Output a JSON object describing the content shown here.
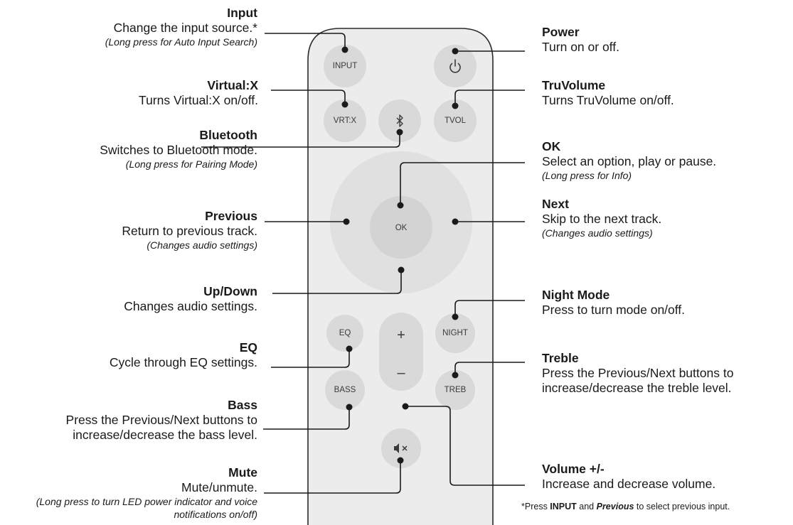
{
  "remote": {
    "buttons": {
      "input": "INPUT",
      "vrtx": "VRT:X",
      "tvol": "TVOL",
      "ok": "OK",
      "eq": "EQ",
      "night": "NIGHT",
      "bass": "BASS",
      "treb": "TREB",
      "plus": "+",
      "minus": "–"
    },
    "icons": {
      "power": "power-icon",
      "bluetooth": "bluetooth-icon",
      "mute": "mute-icon"
    }
  },
  "callouts": {
    "input": {
      "title": "Input",
      "desc": "Change the input source.*",
      "note": "(Long press for Auto Input Search)"
    },
    "virtualx": {
      "title": "Virtual:X",
      "desc": "Turns Virtual:X on/off."
    },
    "bluetooth": {
      "title": "Bluetooth",
      "desc": "Switches to Bluetooth mode.",
      "note": "(Long press for Pairing Mode)"
    },
    "previous": {
      "title": "Previous",
      "desc": "Return to previous track.",
      "note": "(Changes audio settings)"
    },
    "updown": {
      "title": "Up/Down",
      "desc": "Changes audio settings."
    },
    "eq": {
      "title": "EQ",
      "desc": "Cycle through EQ settings."
    },
    "bass": {
      "title": "Bass",
      "desc": "Press the Previous/Next buttons to increase/decrease the bass level."
    },
    "mute": {
      "title": "Mute",
      "desc": "Mute/unmute.",
      "note": "(Long press to turn LED power indicator and voice notifications on/off)"
    },
    "power": {
      "title": "Power",
      "desc": "Turn on or off."
    },
    "truvolume": {
      "title": "TruVolume",
      "desc": "Turns TruVolume on/off."
    },
    "ok": {
      "title": "OK",
      "desc": "Select an option, play or pause.",
      "note": "(Long press for Info)"
    },
    "next": {
      "title": "Next",
      "desc": "Skip to the next track.",
      "note": "(Changes audio settings)"
    },
    "night": {
      "title": "Night Mode",
      "desc": "Press to turn mode on/off."
    },
    "treble": {
      "title": "Treble",
      "desc": "Press the Previous/Next buttons to increase/decrease the treble level."
    },
    "volume": {
      "title": "Volume +/-",
      "desc": "Increase and decrease volume."
    }
  },
  "footnote": {
    "prefix": "*Press ",
    "input": "INPUT",
    "and": " and ",
    "previous": "Previous",
    "suffix": " to select previous input."
  },
  "colors": {
    "remote_body": "#ececec",
    "remote_outline": "#2a2a2a",
    "button": "#d9d9d9",
    "dpad": "#e0e0e0",
    "lines": "#1a1a1a"
  }
}
